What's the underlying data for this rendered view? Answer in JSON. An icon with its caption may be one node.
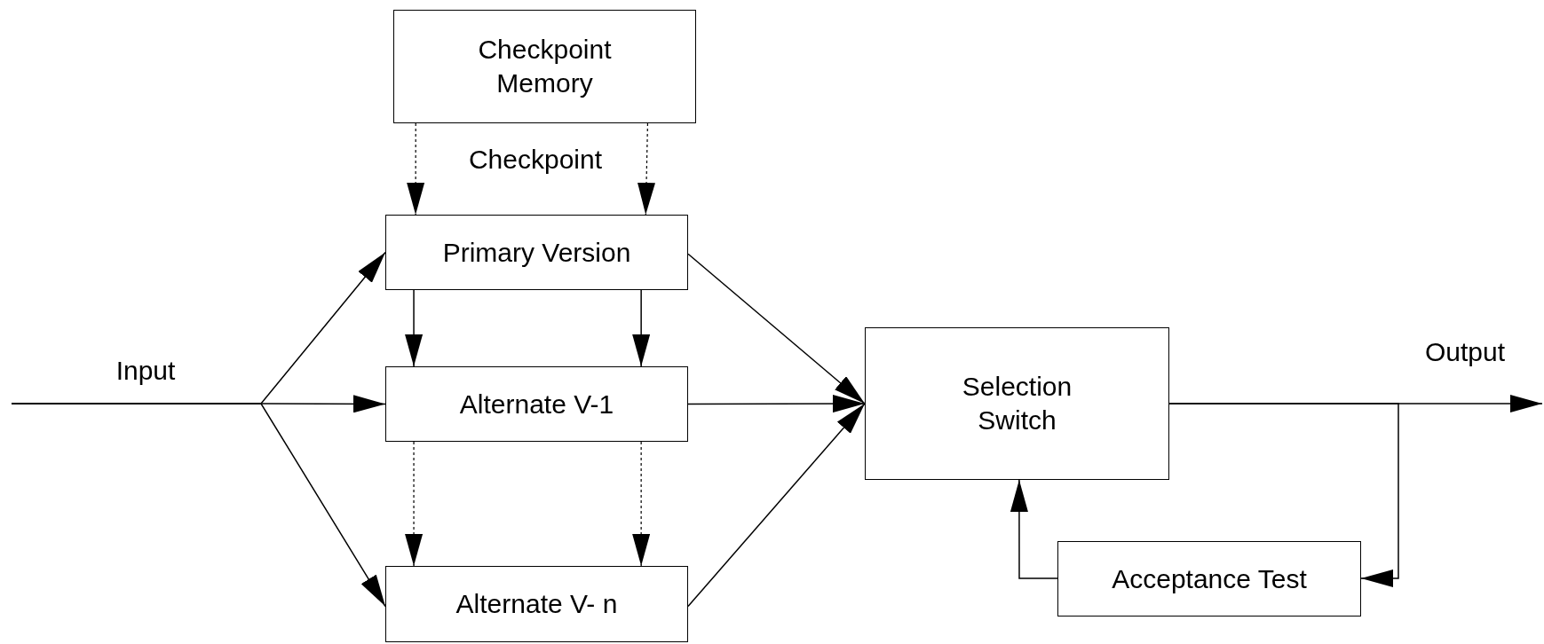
{
  "diagram": {
    "nodes": [
      {
        "text": [
          "Checkpoint Memory"
        ]
      },
      {
        "text": [
          "Primary Version"
        ]
      },
      {
        "text": [
          "Alternate V-1"
        ]
      },
      {
        "text": [
          "Alternate V- n"
        ]
      },
      {
        "text": [
          "Selection Switch"
        ]
      },
      {
        "text": [
          "Acceptance Test"
        ]
      }
    ],
    "edges": [
      {
        "from": 0,
        "to": 1,
        "arrow": "to",
        "style": "dashed"
      },
      {
        "from": 0,
        "to": 1,
        "arrow": "to",
        "style": "dashed"
      },
      {
        "from": 1,
        "to": 2,
        "arrow": "to"
      },
      {
        "from": 1,
        "to": 2,
        "arrow": "to"
      },
      {
        "from": 2,
        "to": 3,
        "arrow": "to",
        "style": "dashed"
      },
      {
        "from": 2,
        "to": 3,
        "arrow": "to",
        "style": "dashed"
      },
      {
        "from": null,
        "to": 1,
        "arrow": "to"
      },
      {
        "from": null,
        "to": 2,
        "arrow": "to"
      },
      {
        "from": null,
        "to": 3,
        "arrow": "to"
      },
      {
        "from": 1,
        "to": 4,
        "arrow": "to"
      },
      {
        "from": 2,
        "to": 4,
        "arrow": "to"
      },
      {
        "from": 3,
        "to": 4,
        "arrow": "to"
      },
      {
        "from": 4,
        "to": null,
        "arrow": "to"
      },
      {
        "from": 4,
        "to": 5,
        "arrow": "to"
      },
      {
        "from": 5,
        "to": 4,
        "arrow": "to"
      }
    ],
    "labels": [
      "Checkpoint",
      "Input",
      "Output"
    ]
  }
}
